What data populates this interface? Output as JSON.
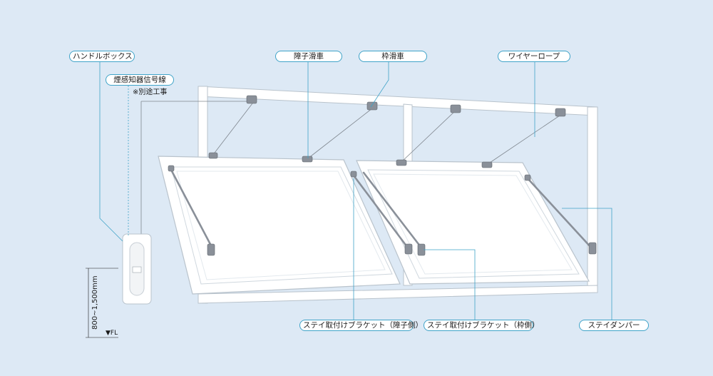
{
  "labels": {
    "handle_box": "ハンドルボックス",
    "smoke_sensor_line": "煙感知器信号線",
    "separate_work_note": "※別途工事",
    "panel_pulley": "障子滑車",
    "frame_pulley": "枠滑車",
    "wire_rope": "ワイヤーロープ",
    "stay_bracket_panel": "ステイ取付けブラケット（障子側）",
    "stay_bracket_frame": "ステイ取付けブラケット（枠側）",
    "stay_damper": "ステイダンパー"
  },
  "dimension": {
    "height_range": "800~1,500mm",
    "floor_level": "▼FL"
  },
  "colors": {
    "background": "#dde9f5",
    "leader_line": "#3fa3c8",
    "frame": "#ffffff",
    "frame_edge": "#b9c3cc",
    "hardware": "#8a9099"
  }
}
